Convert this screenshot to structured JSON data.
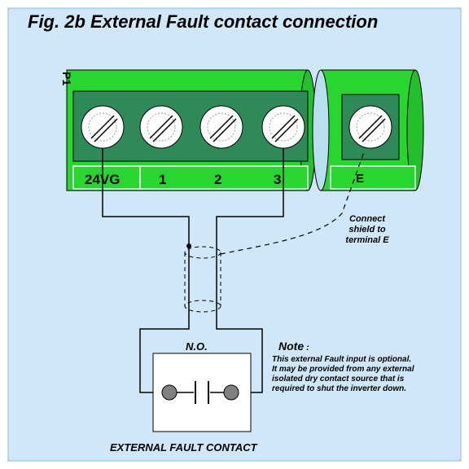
{
  "title": "Fig. 2b External Fault  contact connection",
  "block_label": "P1",
  "terminals": [
    "24VG",
    "1",
    "2",
    "3"
  ],
  "ground_terminal": "E",
  "shield_note": [
    "Connect",
    "shield to",
    "terminal E"
  ],
  "contact_type": "N.O.",
  "note_title": "Note",
  "note_body": [
    "This external Fault  input is optional.",
    "It may be provided from any external",
    "isolated dry contact source that is",
    "required to shut the inverter down."
  ],
  "caption": "EXTERNAL FAULT CONTACT",
  "colors": {
    "background": "#cfe7f8",
    "terminal_green": "#27d62e",
    "terminal_dark_green": "#2f8a5a",
    "screw_white": "#ffffff",
    "contact_gray": "#808080"
  },
  "icon_names": [
    "screw-icon",
    "normally-open-contact-icon"
  ]
}
